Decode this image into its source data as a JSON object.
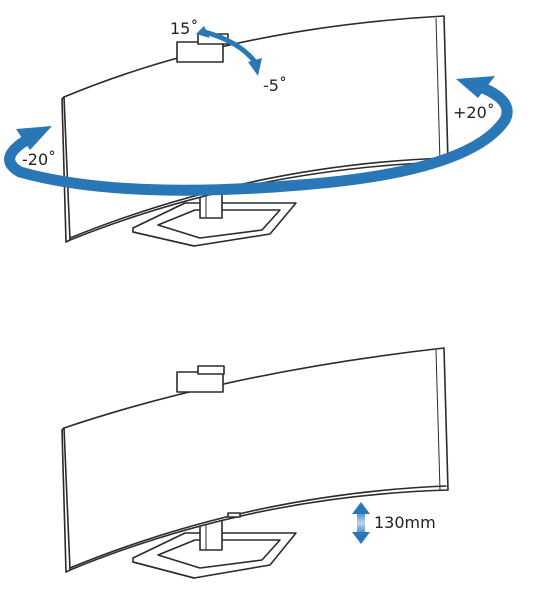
{
  "top_figure": {
    "tilt_up_label": "15˚",
    "tilt_down_label": "-5˚",
    "swivel_right_label": "+20˚",
    "swivel_left_label": "-20˚"
  },
  "bottom_figure": {
    "height_adjust_label": "130mm"
  },
  "colors": {
    "arrow_blue": "#2a77b8",
    "outline": "#2b2b2b"
  },
  "icons": {
    "tilt_arrow": "curved-arrow-icon",
    "swivel_arrow": "swivel-arrow-icon",
    "height_arrow": "double-vertical-arrow-icon"
  }
}
